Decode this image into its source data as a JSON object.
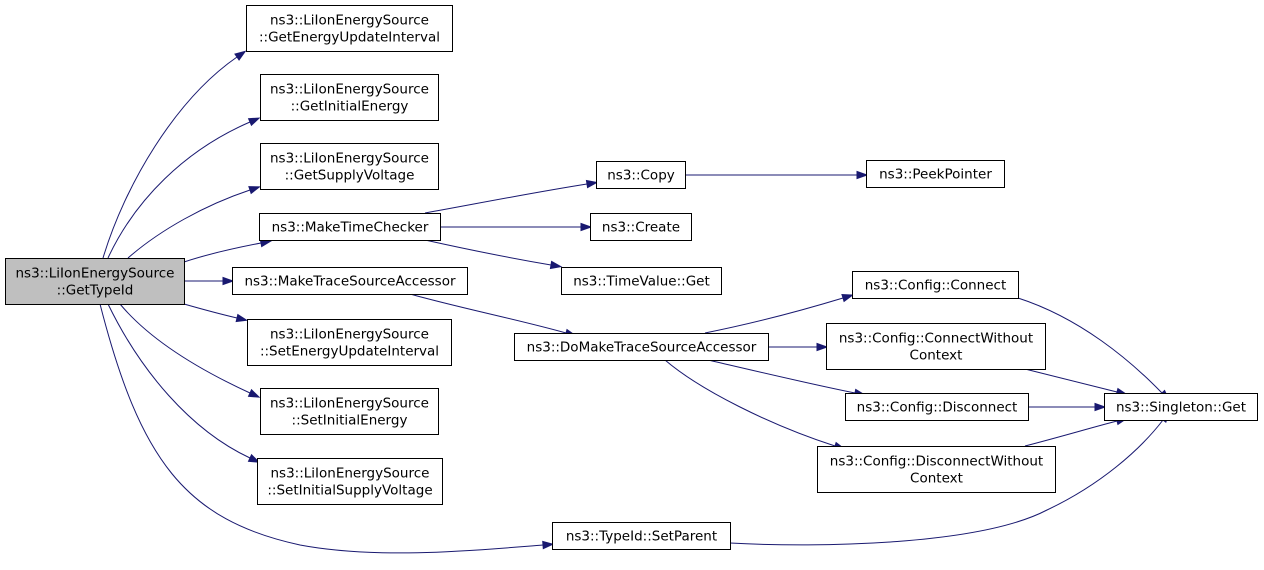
{
  "nodes": [
    {
      "id": "root",
      "lines": [
        "ns3::LiIonEnergySource",
        "::GetTypeId"
      ]
    },
    {
      "id": "n_getupd",
      "lines": [
        "ns3::LiIonEnergySource",
        "::GetEnergyUpdateInterval"
      ]
    },
    {
      "id": "n_getinit",
      "lines": [
        "ns3::LiIonEnergySource",
        "::GetInitialEnergy"
      ]
    },
    {
      "id": "n_getsup",
      "lines": [
        "ns3::LiIonEnergySource",
        "::GetSupplyVoltage"
      ]
    },
    {
      "id": "n_mtc",
      "lines": [
        "ns3::MakeTimeChecker"
      ]
    },
    {
      "id": "n_mtsa",
      "lines": [
        "ns3::MakeTraceSourceAccessor"
      ]
    },
    {
      "id": "n_setupd",
      "lines": [
        "ns3::LiIonEnergySource",
        "::SetEnergyUpdateInterval"
      ]
    },
    {
      "id": "n_setinit",
      "lines": [
        "ns3::LiIonEnergySource",
        "::SetInitialEnergy"
      ]
    },
    {
      "id": "n_setsup",
      "lines": [
        "ns3::LiIonEnergySource",
        "::SetInitialSupplyVoltage"
      ]
    },
    {
      "id": "n_copy",
      "lines": [
        "ns3::Copy"
      ]
    },
    {
      "id": "n_create",
      "lines": [
        "ns3::Create"
      ]
    },
    {
      "id": "n_tvget",
      "lines": [
        "ns3::TimeValue::Get"
      ]
    },
    {
      "id": "n_dmtsa",
      "lines": [
        "ns3::DoMakeTraceSourceAccessor"
      ]
    },
    {
      "id": "n_setparent",
      "lines": [
        "ns3::TypeId::SetParent"
      ]
    },
    {
      "id": "n_peek",
      "lines": [
        "ns3::PeekPointer"
      ]
    },
    {
      "id": "n_conn",
      "lines": [
        "ns3::Config::Connect"
      ]
    },
    {
      "id": "n_connwc",
      "lines": [
        "ns3::Config::ConnectWithout",
        "Context"
      ]
    },
    {
      "id": "n_disc",
      "lines": [
        "ns3::Config::Disconnect"
      ]
    },
    {
      "id": "n_discwc",
      "lines": [
        "ns3::Config::DisconnectWithout",
        "Context"
      ]
    },
    {
      "id": "n_single",
      "lines": [
        "ns3::Singleton::Get"
      ]
    }
  ],
  "edges": [
    [
      "root",
      "n_getupd"
    ],
    [
      "root",
      "n_getinit"
    ],
    [
      "root",
      "n_getsup"
    ],
    [
      "root",
      "n_mtc"
    ],
    [
      "root",
      "n_mtsa"
    ],
    [
      "root",
      "n_setupd"
    ],
    [
      "root",
      "n_setinit"
    ],
    [
      "root",
      "n_setsup"
    ],
    [
      "root",
      "n_setparent"
    ],
    [
      "n_mtc",
      "n_copy"
    ],
    [
      "n_mtc",
      "n_create"
    ],
    [
      "n_mtc",
      "n_tvget"
    ],
    [
      "n_mtsa",
      "n_dmtsa"
    ],
    [
      "n_copy",
      "n_peek"
    ],
    [
      "n_dmtsa",
      "n_conn"
    ],
    [
      "n_dmtsa",
      "n_connwc"
    ],
    [
      "n_dmtsa",
      "n_disc"
    ],
    [
      "n_dmtsa",
      "n_discwc"
    ],
    [
      "n_conn",
      "n_single"
    ],
    [
      "n_connwc",
      "n_single"
    ],
    [
      "n_disc",
      "n_single"
    ],
    [
      "n_discwc",
      "n_single"
    ],
    [
      "n_setparent",
      "n_single"
    ]
  ],
  "colors": {
    "edge": "#191970",
    "root_fill": "#bfbfbf",
    "node_fill": "#ffffff",
    "border": "#000000"
  }
}
